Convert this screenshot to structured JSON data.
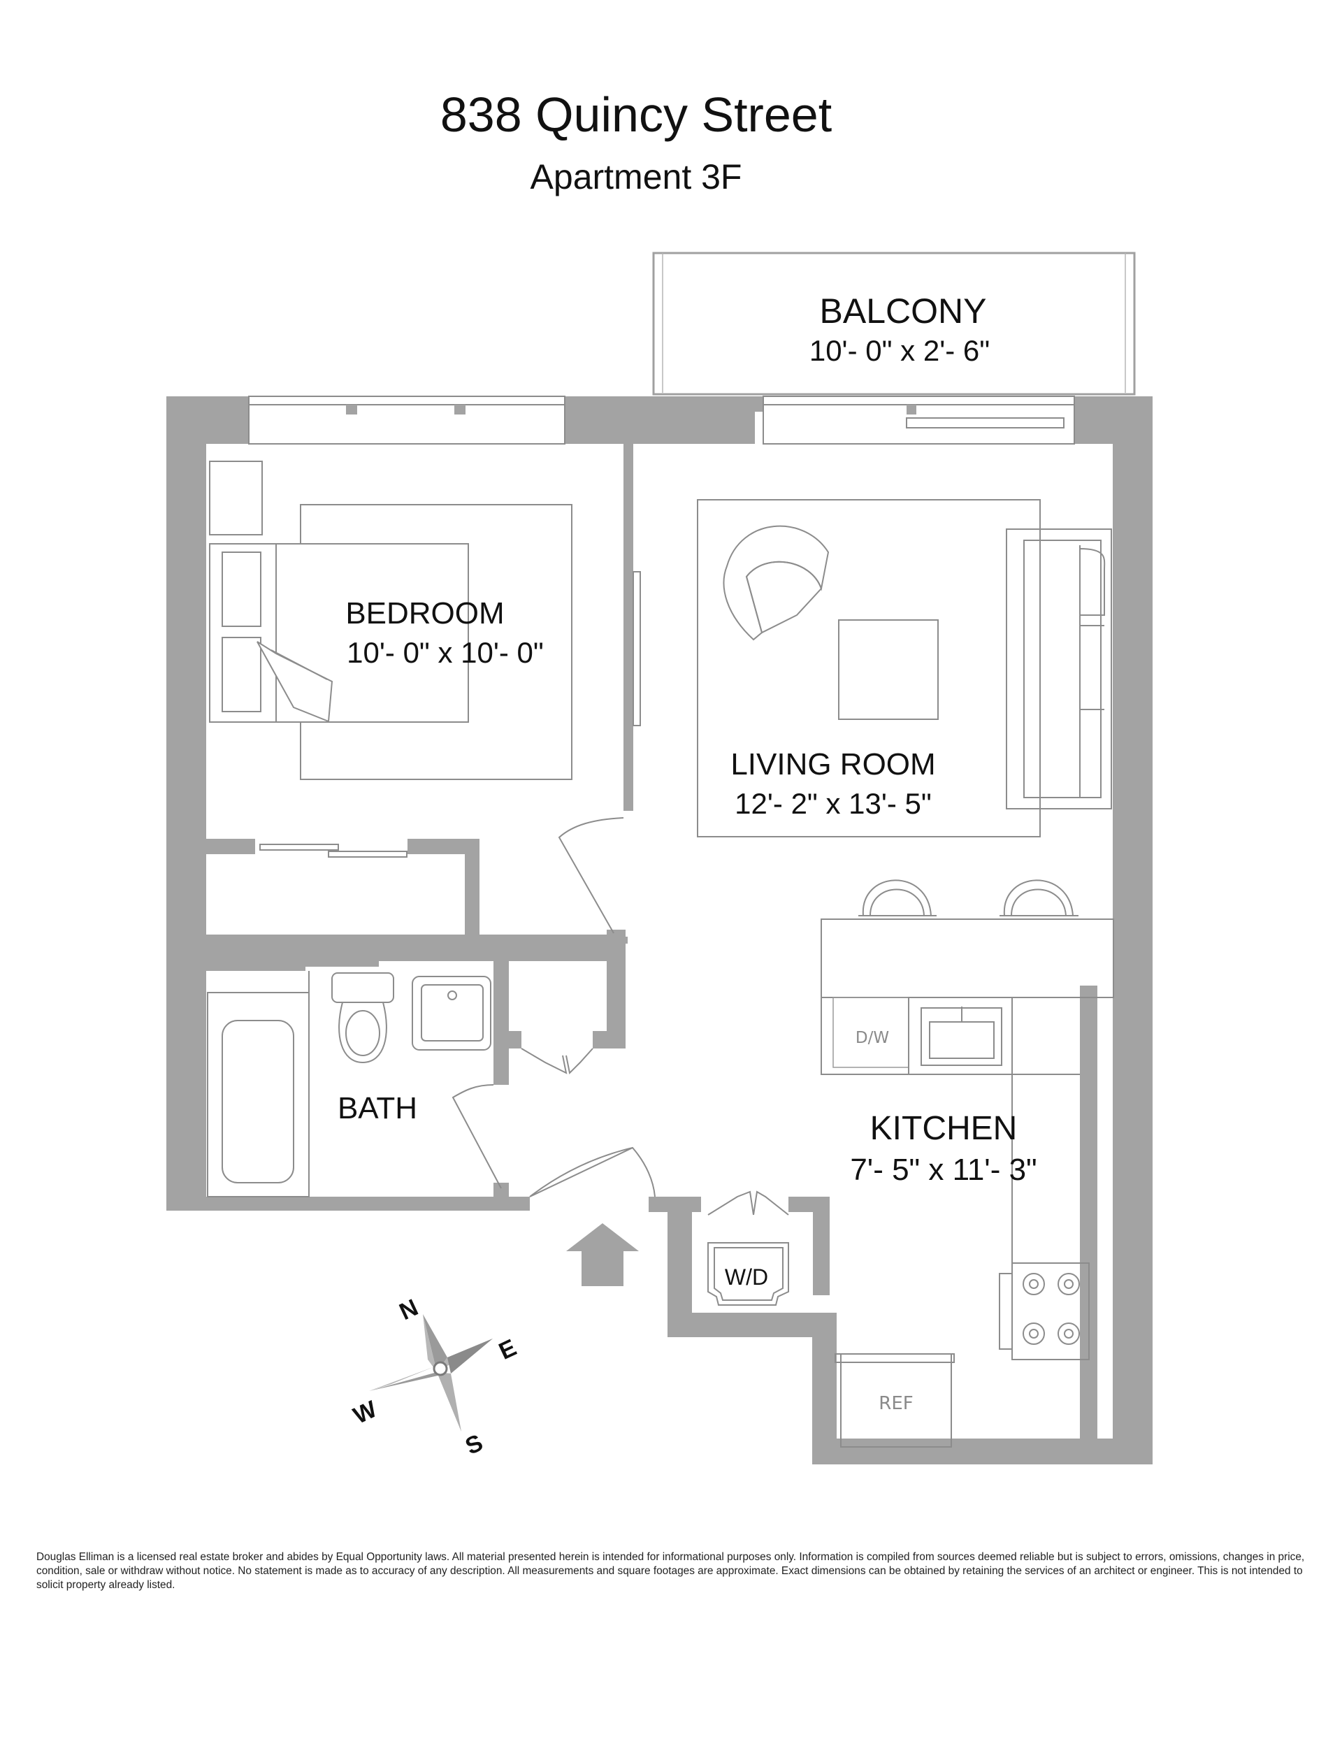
{
  "title": "838 Quincy Street",
  "subtitle": "Apartment 3F",
  "rooms": {
    "balcony": {
      "name": "BALCONY",
      "dims": "10'- 0\" x 2'- 6\""
    },
    "bedroom": {
      "name": "BEDROOM",
      "dims": "10'- 0\" x 10'- 0\""
    },
    "living_room": {
      "name": "LIVING ROOM",
      "dims": "12'- 2\" x 13'- 5\""
    },
    "kitchen": {
      "name": "KITCHEN",
      "dims": "7'- 5\" x 11'- 3\""
    },
    "bath": {
      "name": "BATH"
    }
  },
  "fixtures": {
    "washer_dryer": "W/D",
    "dishwasher": "D/W",
    "refrigerator": "REF"
  },
  "compass": {
    "north": "N",
    "east": "E",
    "south": "S",
    "west": "W"
  },
  "entry_icon": "up-arrow-icon",
  "colors": {
    "wall": "#a3a3a3",
    "line": "#8c8c8c",
    "text": "#111111"
  },
  "disclaimer": "Douglas Elliman is a licensed real estate broker and abides by Equal Opportunity laws.  All material presented herein is intended for informational purposes only.  Information is compiled  from sources deemed reliable but is subject to errors, omissions, changes in price, condition, sale or withdraw without notice.  No statement is made as to accuracy of any description.  All measurements and square footages are approximate.  Exact dimensions can be obtained by retaining the services of an architect or engineer.  This is not intended to solicit property already listed."
}
